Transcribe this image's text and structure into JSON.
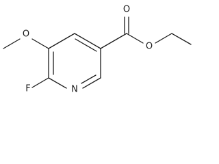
{
  "molecule": {
    "atoms": {
      "methoxy_oxygen": "O",
      "ester_carbonyl_oxygen": "O",
      "ester_ether_oxygen": "O",
      "fluorine": "F",
      "ring_nitrogen": "N"
    }
  },
  "colors": {
    "ink": "#1a1a1a",
    "background": "#ffffff"
  }
}
